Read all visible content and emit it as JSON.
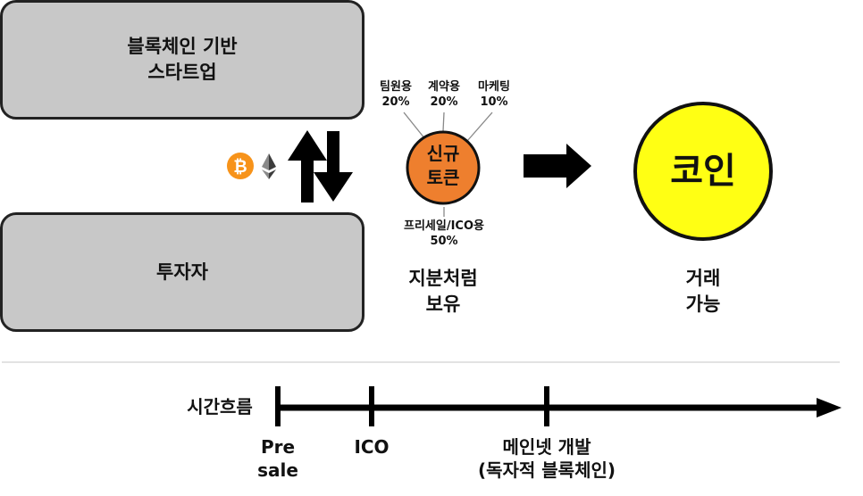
{
  "startup": {
    "line1": "블록체인 기반",
    "line2": "스타트업"
  },
  "investor": {
    "label": "투자자"
  },
  "token": {
    "line1": "신규",
    "line2": "토큰"
  },
  "allocations": {
    "team": {
      "name": "팀원용",
      "pct": "20%"
    },
    "contract": {
      "name": "계약용",
      "pct": "20%"
    },
    "marketing": {
      "name": "마케팅",
      "pct": "10%"
    },
    "presale": {
      "name": "프리세일/ICO용",
      "pct": "50%"
    }
  },
  "equity_label": {
    "line1": "지분처럼",
    "line2": "보유"
  },
  "coin": {
    "label": "코인"
  },
  "tradable_label": {
    "line1": "거래",
    "line2": "가능"
  },
  "timeline": {
    "label": "시간흐름",
    "milestones": {
      "presale": {
        "line1": "Pre",
        "line2": "sale"
      },
      "ico": {
        "line1": "ICO"
      },
      "mainnet": {
        "line1": "메인넷 개발",
        "line2": "(독자적 블록체인)"
      }
    }
  },
  "icons": {
    "bitcoin": "bitcoin-icon",
    "ethereum": "ethereum-icon"
  },
  "colors": {
    "box_fill": "#c8c8c8",
    "token_fill": "#ee7f2e",
    "coin_fill": "#ffff14",
    "bitcoin": "#f7931a"
  }
}
